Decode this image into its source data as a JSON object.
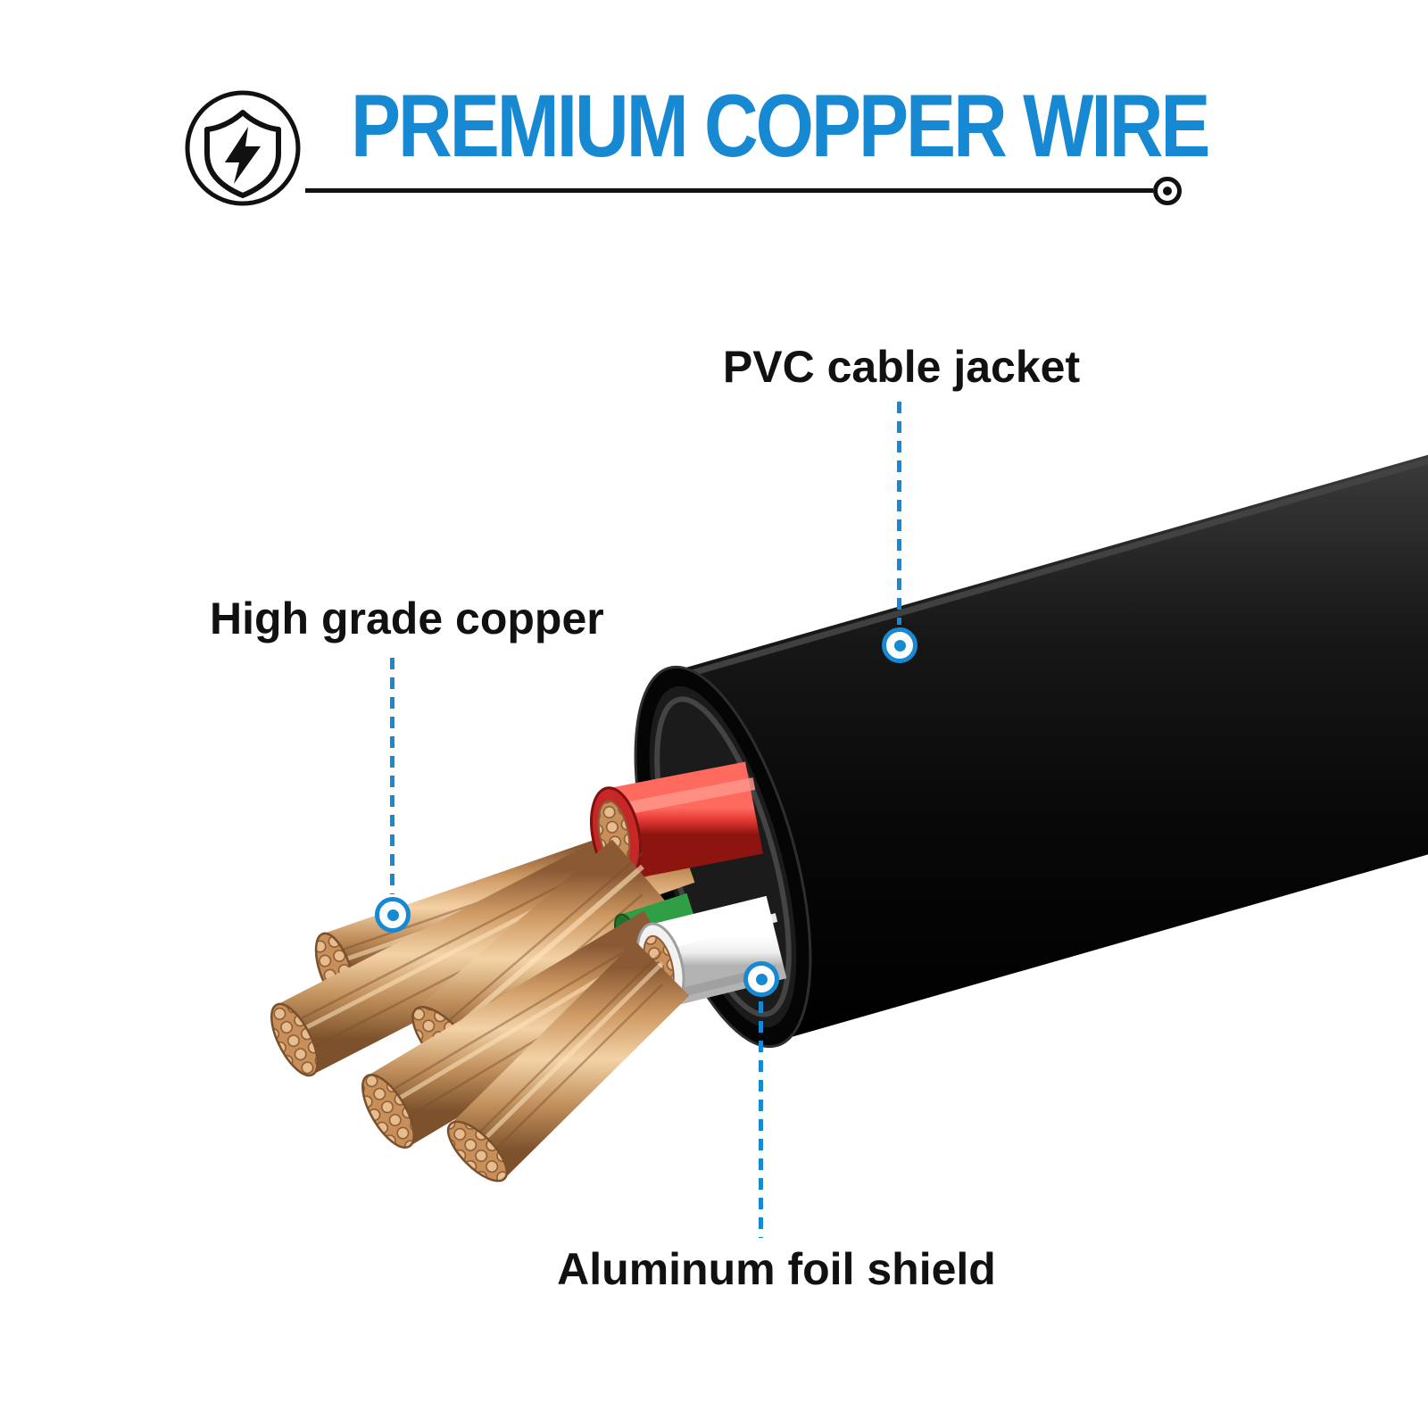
{
  "header": {
    "title": "PREMIUM COPPER WIRE",
    "icon": "shield-lightning",
    "accent_color": "#1789d2"
  },
  "callouts": [
    {
      "id": "pvc-jacket",
      "label": "PVC cable jacket"
    },
    {
      "id": "high-grade-copper",
      "label": "High grade copper"
    },
    {
      "id": "aluminum-foil-shield",
      "label": "Aluminum foil shield"
    }
  ],
  "illustration": {
    "colors": {
      "jacket": "#0d0d0d",
      "copper": "#e3b078",
      "red_wire": "#d32f2f",
      "white_wire": "#f2f2f2",
      "green_wire": "#2f9e44",
      "leader": "#1789d2",
      "label_text": "#111111"
    }
  }
}
